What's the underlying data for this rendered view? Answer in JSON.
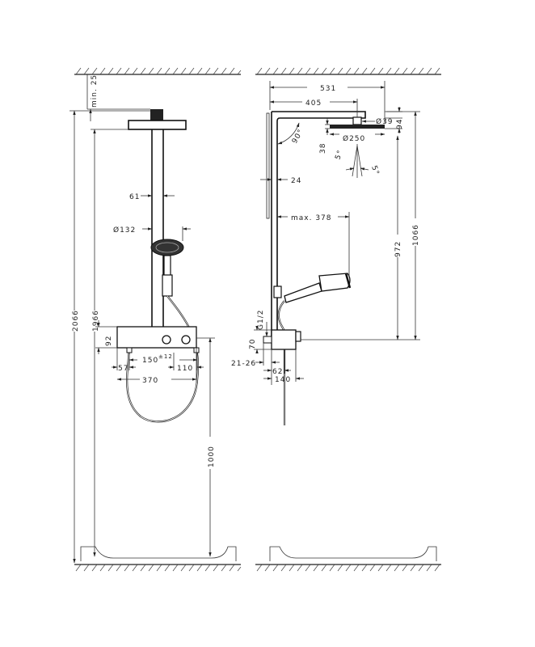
{
  "front_view": {
    "min_ceiling": "min. 25",
    "total_height": "2066",
    "head_height": "1966",
    "pipe_offset": "61",
    "handshower_diameter": "Ø132",
    "thermostat_height": "92",
    "inlet_spacing": "150",
    "inlet_tolerance": "±12",
    "left_offset": "57",
    "right_offset": "110",
    "thermostat_width": "370",
    "mounting_height": "1000"
  },
  "side_view": {
    "arm_length": "531",
    "arm_offset": "405",
    "angle_90": "90°",
    "connector_diameter": "Ø39",
    "head_thickness": "94",
    "head_height_side": "38",
    "head_diameter": "Ø250",
    "tilt_angle_1": "5°",
    "tilt_angle_2": "5°",
    "rail_width": "24",
    "hand_reach": "max. 378",
    "rise_972": "972",
    "rise_1066": "1066",
    "thread": "G1/2",
    "depth_70": "70",
    "inlet_range": "21-26",
    "depth_62": "62",
    "depth_140": "140"
  }
}
